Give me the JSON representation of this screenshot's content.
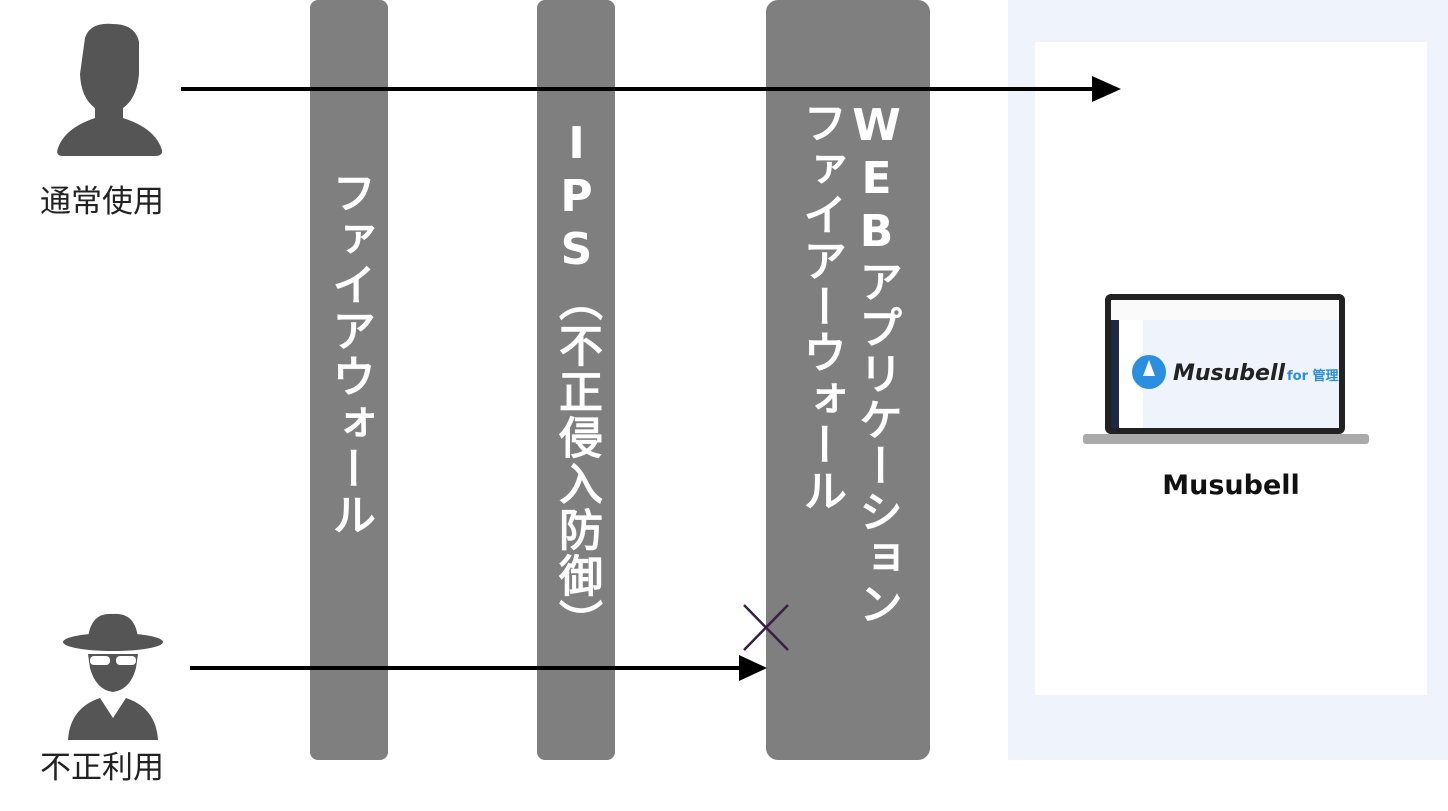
{
  "users": {
    "normal": {
      "label": "通常使用",
      "icon": "user-icon"
    },
    "malicious": {
      "label": "不正利用",
      "icon": "spy-icon"
    }
  },
  "layers": [
    {
      "label": "ファイアウォール"
    },
    {
      "label": "IPS（不正侵入防御）"
    },
    {
      "label_line1": "WEBアプリケーション",
      "label_line2": "ファイアーウォール"
    }
  ],
  "target": {
    "name": "Musubell",
    "logo_text": "Musubell",
    "logo_suffix": "for 管理"
  },
  "colors": {
    "bar": "#7f7f7f",
    "panel": "#eef3fc",
    "block_mark": "#3a2040"
  }
}
